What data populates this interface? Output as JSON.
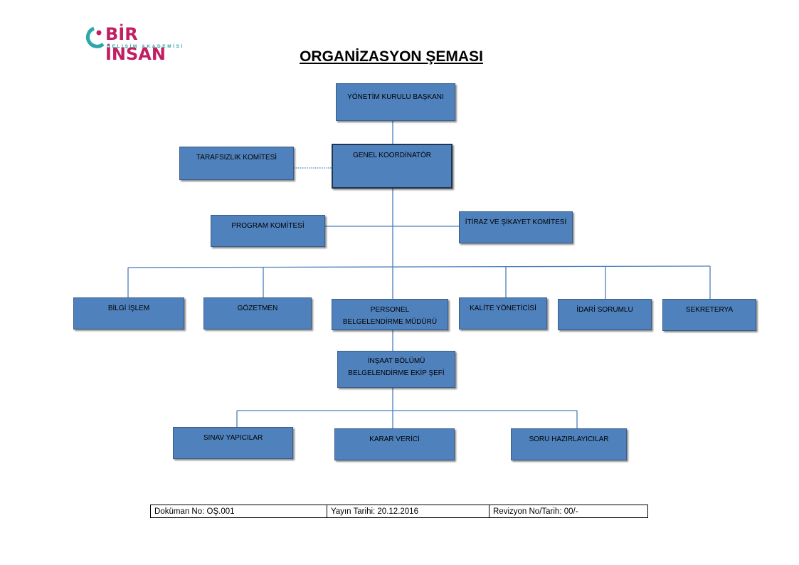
{
  "logo": {
    "main": "BİR İNSAN",
    "sub": "GELİŞİM AKADEMİSİ"
  },
  "title": "ORGANİZASYON ŞEMASI",
  "boxes": {
    "yonetim": "YÖNETİM  KURULU BAŞKANI",
    "genel": "GENEL KOORDİNATÖR",
    "tarafsizlik": "TARAFSIZLIK KOMİTESİ",
    "program": "PROGRAM KOMİTESİ",
    "itiraz": "İTİRAZ VE ŞİKAYET KOMİTESİ",
    "bilgi": "BİLGİ İŞLEM",
    "gozetmen": "GÖZETMEN",
    "personel": "PERSONEL BELGELENDİRME MÜDÜRÜ",
    "kalite": "KALİTE YÖNETİCİSİ",
    "idari": "İDARİ SORUMLU",
    "sekreterya": "SEKRETERYA",
    "insaat": "İNŞAAT BÖLÜMÜ BELGELENDİRME EKİP ŞEFİ",
    "sinav": "SINAV YAPICILAR",
    "karar": "KARAR VERİCİ",
    "soru": "SORU HAZIRLAYICILAR"
  },
  "footer": {
    "doc_no": "Doküman No: OŞ.001",
    "yayin": "Yayın Tarihi: 20.12.2016",
    "revizyon": "Revizyon No/Tarih:  00/-"
  }
}
